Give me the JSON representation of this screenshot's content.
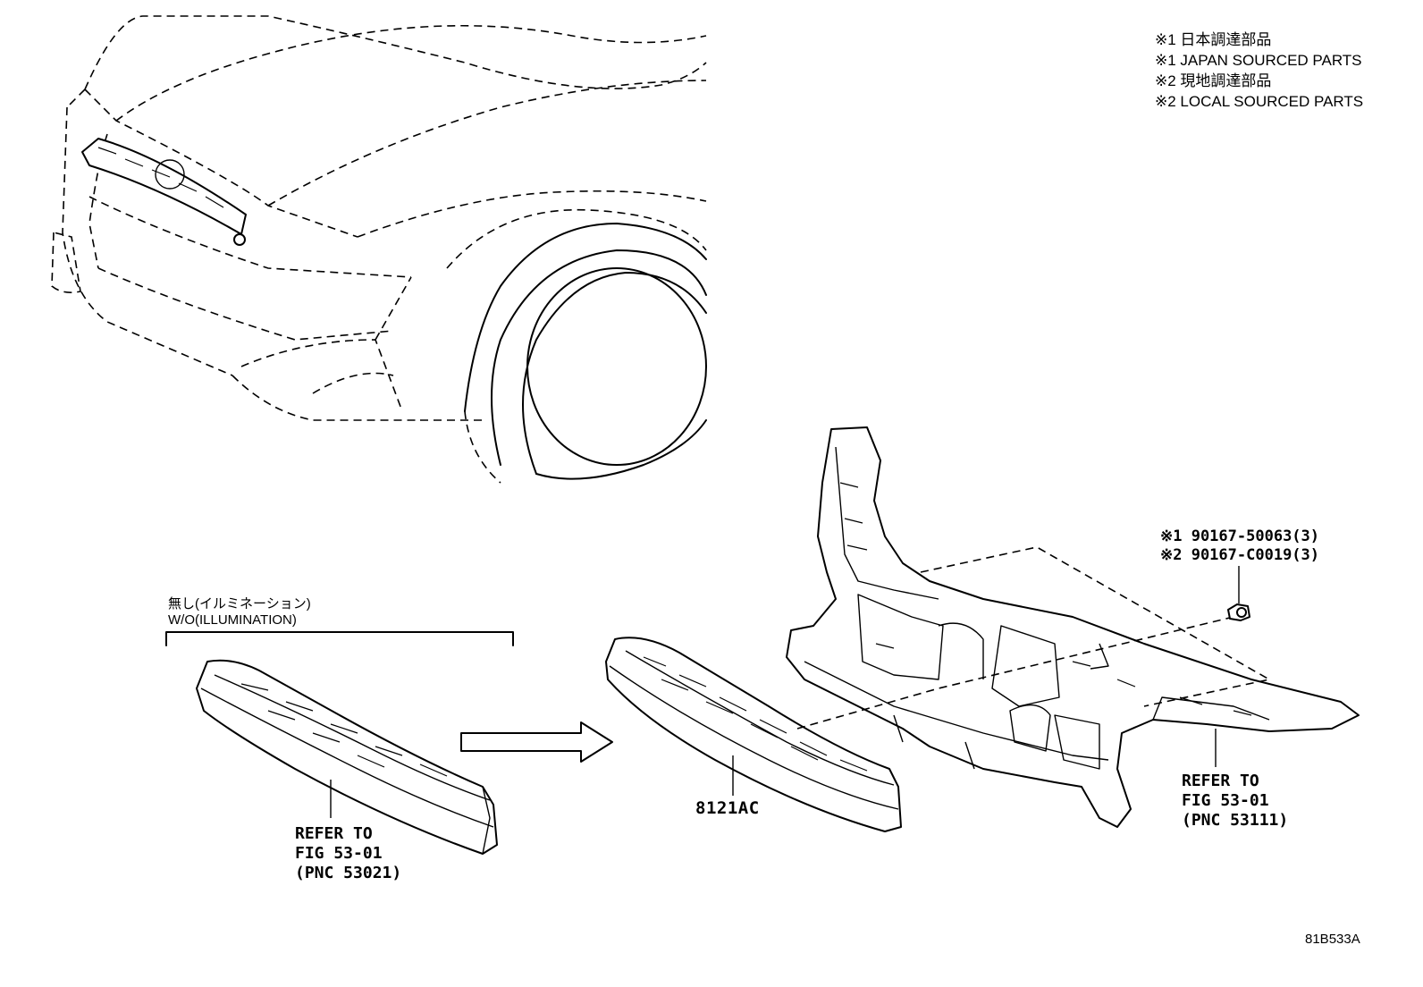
{
  "legend": [
    "※1 日本調達部品",
    "※1 JAPAN SOURCED PARTS",
    "※2 現地調達部品",
    "※2 LOCAL SOURCED PARTS"
  ],
  "bolt_callout": {
    "line1": "※1 90167-50063(3)",
    "line2": "※2 90167-C0019(3)"
  },
  "variant_label": {
    "jp": "無し(イルミネーション)",
    "en": "W/O(ILLUMINATION)"
  },
  "part_number": "8121AC",
  "ref_left": [
    "REFER TO",
    "FIG 53-01",
    "(PNC 53021)"
  ],
  "ref_right": [
    "REFER TO",
    "FIG 53-01",
    "(PNC 53111)"
  ],
  "figure_code": "81B533A"
}
